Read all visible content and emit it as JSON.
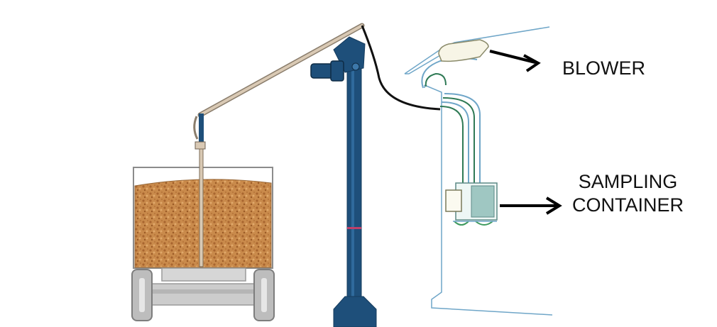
{
  "labels": {
    "blower": "BLOWER",
    "sampling_line1": "SAMPLING",
    "sampling_line2": "CONTAINER"
  },
  "colors": {
    "grain": "#c98a4b",
    "grain_dark": "#a8652f",
    "probe_arm": "#d9c9b4",
    "mast": "#1e4f7a",
    "mast_dark": "#163c5e",
    "trailer_gray": "#cfcfcf",
    "duct": "#6fa6c8",
    "hose": "#111111",
    "container": "#9fc7c2",
    "arrow": "#000000"
  },
  "icons": {
    "blower": "blower-icon",
    "container": "sampling-container-icon",
    "arrow": "arrow-right-icon"
  }
}
